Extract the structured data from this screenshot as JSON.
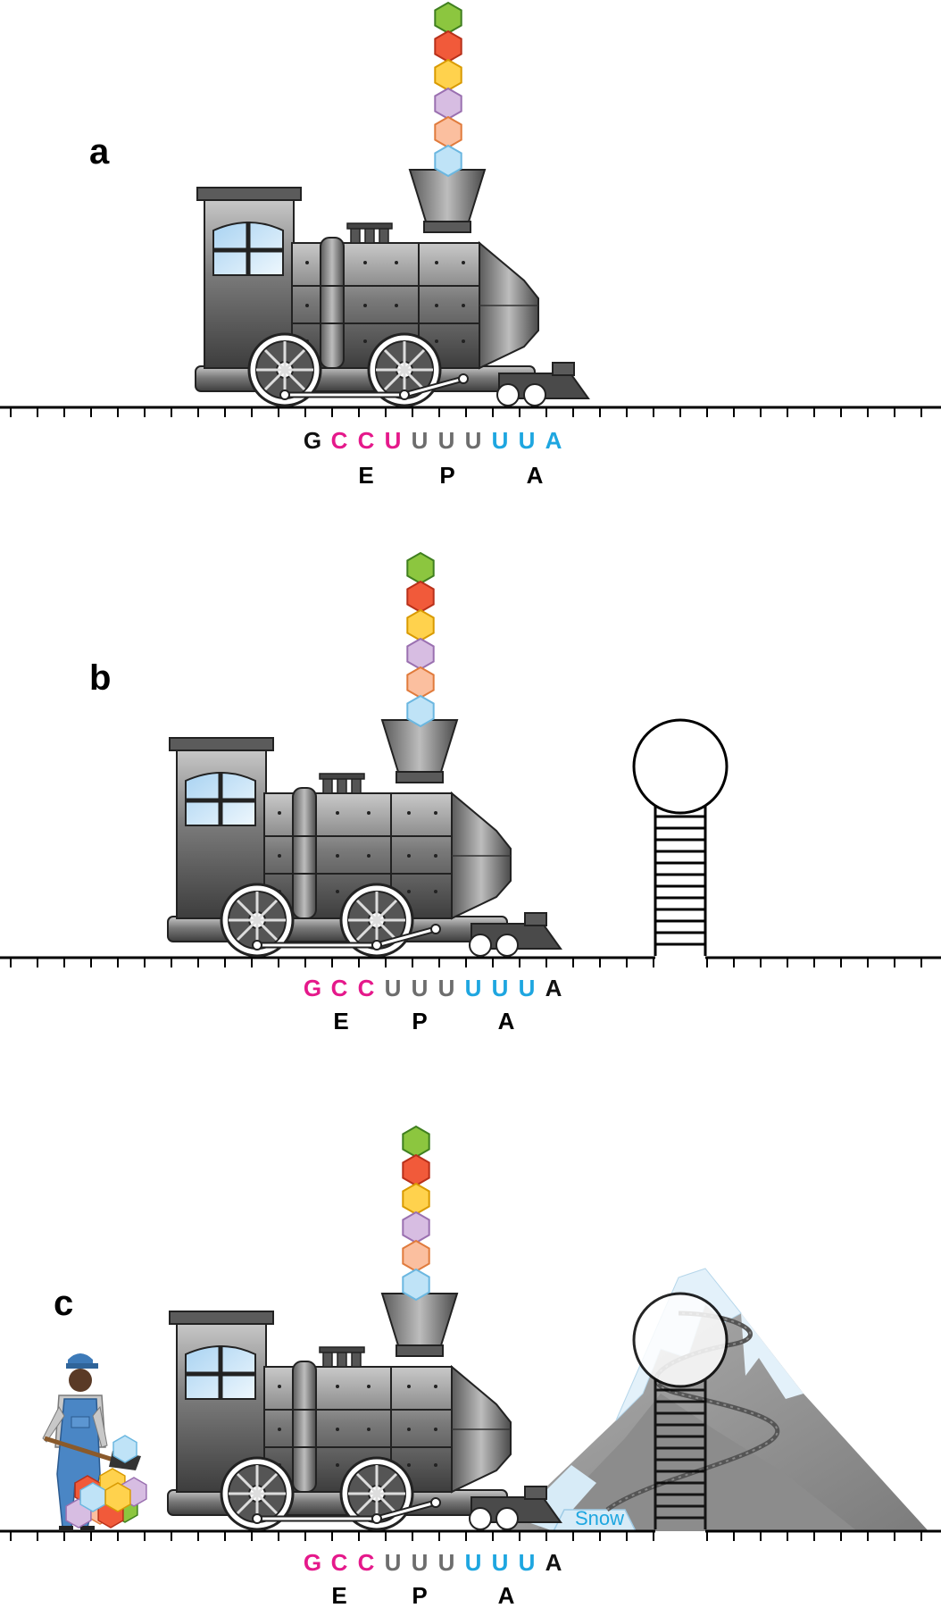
{
  "panels": [
    {
      "label": "a",
      "sequence": [
        {
          "letter": "G",
          "color": "#111111"
        },
        {
          "letter": "C",
          "color": "#e5198b"
        },
        {
          "letter": "C",
          "color": "#e5198b"
        },
        {
          "letter": "U",
          "color": "#e5198b"
        },
        {
          "letter": "U",
          "color": "#6d6d6d"
        },
        {
          "letter": "U",
          "color": "#6d6d6d"
        },
        {
          "letter": "U",
          "color": "#6d6d6d"
        },
        {
          "letter": "U",
          "color": "#1ea6e0"
        },
        {
          "letter": "U",
          "color": "#1ea6e0"
        },
        {
          "letter": "A",
          "color": "#1ea6e0"
        }
      ],
      "sites": [
        "E",
        "P",
        "A"
      ]
    },
    {
      "label": "b",
      "sequence": [
        {
          "letter": "G",
          "color": "#e5198b"
        },
        {
          "letter": "C",
          "color": "#e5198b"
        },
        {
          "letter": "C",
          "color": "#e5198b"
        },
        {
          "letter": "U",
          "color": "#6d6d6d"
        },
        {
          "letter": "U",
          "color": "#6d6d6d"
        },
        {
          "letter": "U",
          "color": "#6d6d6d"
        },
        {
          "letter": "U",
          "color": "#1ea6e0"
        },
        {
          "letter": "U",
          "color": "#1ea6e0"
        },
        {
          "letter": "U",
          "color": "#1ea6e0"
        },
        {
          "letter": "A",
          "color": "#111111"
        }
      ],
      "sites": [
        "E",
        "P",
        "A"
      ]
    },
    {
      "label": "c",
      "sequence": [
        {
          "letter": "G",
          "color": "#e5198b"
        },
        {
          "letter": "C",
          "color": "#e5198b"
        },
        {
          "letter": "C",
          "color": "#e5198b"
        },
        {
          "letter": "U",
          "color": "#6d6d6d"
        },
        {
          "letter": "U",
          "color": "#6d6d6d"
        },
        {
          "letter": "U",
          "color": "#6d6d6d"
        },
        {
          "letter": "U",
          "color": "#1ea6e0"
        },
        {
          "letter": "U",
          "color": "#1ea6e0"
        },
        {
          "letter": "U",
          "color": "#1ea6e0"
        },
        {
          "letter": "A",
          "color": "#111111"
        }
      ],
      "sites": [
        "E",
        "P",
        "A"
      ],
      "snow_label": "Snow"
    }
  ],
  "peptide_colors": [
    {
      "fill": "#8cc63f",
      "stroke": "#3f7f1f",
      "icon": "green-hexagon"
    },
    {
      "fill": "#f15a3a",
      "stroke": "#b8301a",
      "icon": "red-hexagon"
    },
    {
      "fill": "#ffd24d",
      "stroke": "#d99a00",
      "icon": "yellow-hexagon"
    },
    {
      "fill": "#d7bde2",
      "stroke": "#9a70b0",
      "icon": "lilac-hexagon"
    },
    {
      "fill": "#fbbf9f",
      "stroke": "#e07b3c",
      "icon": "peach-hexagon"
    },
    {
      "fill": "#bfe3f7",
      "stroke": "#6bb7e0",
      "icon": "lightblue-hexagon"
    }
  ],
  "colors": {
    "track": "#000000",
    "engine_dark": "#3a3a3a",
    "engine_mid": "#8a8a8a",
    "window": "#cfe8fb",
    "mountain": "#9a9a9a",
    "snowcap": "#d8ecf8",
    "worker_overalls": "#4a86c5"
  }
}
